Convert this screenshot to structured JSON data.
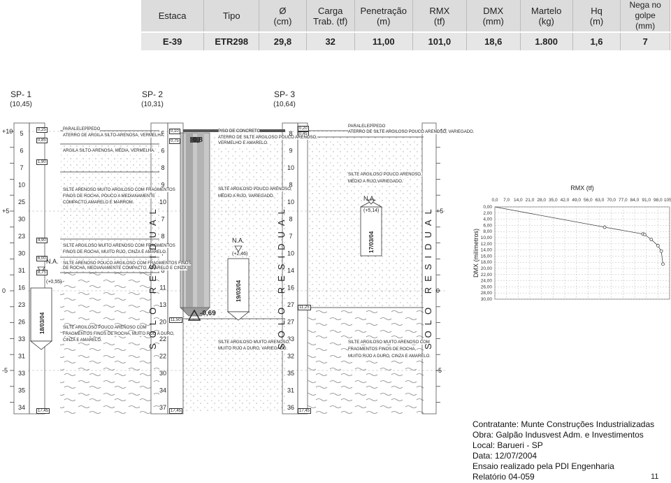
{
  "header": {
    "columns": [
      {
        "l1": "Estaca",
        "l2": ""
      },
      {
        "l1": "Tipo",
        "l2": ""
      },
      {
        "l1": "Ø",
        "l2": "(cm)"
      },
      {
        "l1": "Carga",
        "l2": "Trab. (tf)"
      },
      {
        "l1": "Penetração",
        "l2": "(m)"
      },
      {
        "l1": "RMX",
        "l2": "(tf)"
      },
      {
        "l1": "DMX",
        "l2": "(mm)"
      },
      {
        "l1": "Martelo",
        "l2": "(kg)"
      },
      {
        "l1": "Hq",
        "l2": "(m)"
      },
      {
        "l1": "Nega no golpe",
        "l2": "(mm)"
      }
    ],
    "values": [
      "E-39",
      "ETR298",
      "29,8",
      "32",
      "11,00",
      "101,0",
      "18,6",
      "1.800",
      "1,6",
      "7"
    ]
  },
  "boreholes": [
    {
      "name": "SP- 1",
      "elev": "(10,45)"
    },
    {
      "name": "SP- 2",
      "elev": "(10,31)"
    },
    {
      "name": "SP- 3",
      "elev": "(10,64)"
    }
  ],
  "axis_labels": [
    "+10",
    "+5",
    "0",
    "-5"
  ],
  "spt": {
    "sp1": [
      "5",
      "6",
      "7",
      "10",
      "25",
      "30",
      "23",
      "30",
      "31",
      "16",
      "23",
      "26",
      "33",
      "31",
      "33",
      "35",
      "34"
    ],
    "sp2": [
      "5",
      "6",
      "8",
      "9",
      "10",
      "7",
      "8",
      "7",
      "8",
      "11",
      "13",
      "20",
      "22",
      "22",
      "30",
      "34",
      "37"
    ],
    "sp3": [
      "8",
      "9",
      "10",
      "8",
      "10",
      "8",
      "7",
      "10",
      "14",
      "16",
      "27",
      "27",
      "33",
      "32",
      "35",
      "31",
      "36"
    ]
  },
  "depth_tags": {
    "sp1": [
      "0,25",
      "0,85",
      "1,90",
      "4,90",
      "6,00",
      "8,75",
      "17,45"
    ],
    "sp2": [
      "0,10",
      "0,75",
      "11,50",
      "17,45"
    ],
    "sp3": [
      "0,20",
      "0,45",
      "11,25",
      "17,45"
    ]
  },
  "layers": {
    "sp1": [
      "PARALELEPÍPEDO",
      "ATERRO DE ARGILA SILTO-ARENOSA, VERMELHA.",
      "ARGILA SILTO-ARENOSA, MÉDIA, VERMELHA.",
      "SILTE ARENOSO MUITO ARGILOSO COM FRAGMENTOS",
      "FINOS DE ROCHA, POUCO A MEDIANAMENTE",
      "COMPACTO,AMARELO E MARROM.",
      "SILTE ARGILOSO MUITO ARENOSO COM FRAGMENTOS",
      "FINOS DE ROCHA, MUITO RIJO, CINZA E AMARELO.",
      "SILTE ARENOSO POUCO ARGILOSO COM FRAGMENTOS FINOS",
      "DE ROCHA, MEDIANAMENTE COMPACTO, AMARELO E CINZA.",
      "SILTE ARGILOSO POUCO ARENOSO COM",
      "FRAGMENTOS FINOS DE ROCHA, MUITO RIJO A DURO,",
      "CINZA E AMARELO."
    ],
    "sp2": [
      "PISO DE CONCRETO",
      "ATERRO DE SILTE ARGILOSO POUCO ARENOSO,",
      "VERMELHO E AMARELO.",
      "SILTE ARGILOSO POUCO ARENOSO,",
      "MÉDIO A RIJO, VARIEGADO.",
      "SILTE ARGILOSO MUITO ARENOSO,",
      "MUITO RIJO A DURO, VARIEGADO."
    ],
    "sp3": [
      "PARALELEPÍPEDO",
      "ATERRO DE SILTE ARGILOSO POUCO ARENOSO, VARIEGADO.",
      "SILTE ARGILOSO POUCO ARENOSO,",
      "MÉDIO A RIJO,VARIEGADO.",
      "SILTE ARGILOSO MUITO ARENOSO COM",
      "FRAGMENTOS FINOS DE ROCHA,",
      "MUITO RIJO A DURO, CINZA E AMARELO."
    ]
  },
  "water": {
    "label": "N.A.",
    "sp1_level": "(+0,55)",
    "sp1_date": "18/03/04",
    "sp2_level": "(+2,46)",
    "sp2_date": "19/03/04",
    "sp3_level": "(+5,14)",
    "sp3_date": "17/03/04"
  },
  "pile": {
    "top_value": "0,8",
    "tip_value": "-0,69"
  },
  "residual_label": "SOLO RESIDUAL",
  "chart_data": {
    "type": "line",
    "title": "RMX (tf)",
    "xlabel": "RMX (tf)",
    "ylabel": "DMX (milímetros)",
    "x_ticks": [
      "0,0",
      "7,0",
      "14,0",
      "21,0",
      "28,0",
      "35,0",
      "42,0",
      "49,0",
      "56,0",
      "63,0",
      "70,0",
      "77,0",
      "84,0",
      "91,0",
      "98,0",
      "105,0"
    ],
    "y_ticks": [
      "0,00",
      "2,00",
      "4,00",
      "6,00",
      "8,00",
      "10,00",
      "12,00",
      "14,00",
      "16,00",
      "18,00",
      "20,00",
      "22,00",
      "24,00",
      "26,00",
      "28,00",
      "30,00"
    ],
    "xlim": [
      0,
      105
    ],
    "ylim": [
      0,
      30
    ],
    "series": [
      {
        "x": [
          0,
          66,
          89,
          90,
          94,
          98,
          100,
          101
        ],
        "y": [
          0.0,
          6.6,
          8.8,
          9.0,
          10.6,
          12.6,
          14.4,
          18.6
        ]
      }
    ]
  },
  "footer": {
    "lines": [
      "Contratante: Munte Construções Industrializadas",
      "Obra: Galpão Indusvest Adm. e Investimentos",
      "Local: Barueri - SP",
      "Data: 12/07/2004",
      "Ensaio realizado pela PDI Engenharia",
      "Relatório 04-059"
    ],
    "page": "11"
  }
}
